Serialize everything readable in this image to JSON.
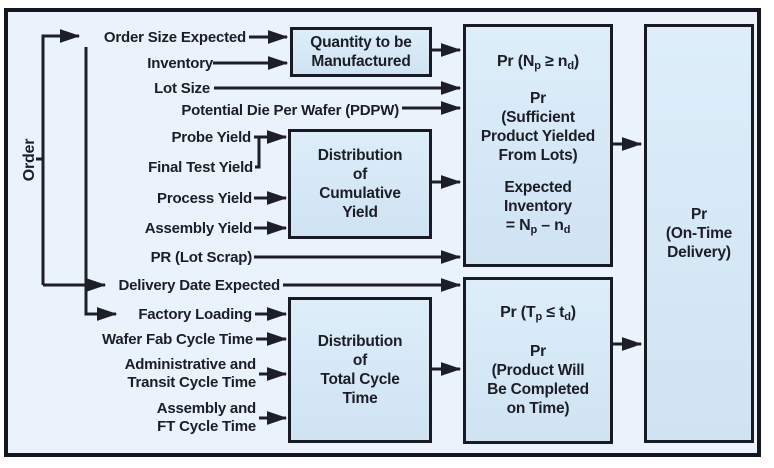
{
  "order_label": "Order",
  "inputs": [
    "Order Size Expected",
    "Inventory",
    "Lot Size",
    "Potential Die Per Wafer (PDPW)",
    "Probe Yield",
    "Final Test Yield",
    "Process Yield",
    "Assembly Yield",
    "PR (Lot Scrap)",
    "Delivery Date Expected",
    "Factory Loading",
    "Wafer Fab Cycle Time",
    "Administrative and\nTransit Cycle Time",
    "Assembly and\nFT Cycle Time"
  ],
  "boxes": {
    "quantity": {
      "text": "Quantity to be\nManufactured"
    },
    "cumulative_yield": {
      "text": "Distribution\nof\nCumulative\nYield"
    },
    "total_cycle": {
      "text": "Distribution\nof\nTotal Cycle\nTime"
    },
    "sufficient": {
      "formula": {
        "pre": "Pr (N",
        "sub1": "p",
        "mid": " ≥ n",
        "sub2": "d",
        "post": ")"
      },
      "text1": "Pr\n(Sufficient\nProduct Yielded\nFrom Lots)",
      "text2": "Expected\nInventory",
      "eq": {
        "pre": "= N",
        "sub1": "p",
        "mid": " – n",
        "sub2": "d",
        "post": ""
      }
    },
    "on_time_complete": {
      "formula": {
        "pre": "Pr (T",
        "sub1": "p",
        "mid": " ≤ t",
        "sub2": "d",
        "post": ")"
      },
      "text": "Pr\n(Product Will\nBe Completed\non Time)"
    },
    "on_time_delivery": {
      "text": "Pr\n(On-Time\nDelivery)"
    }
  },
  "colors": {
    "frame_border": "#16161f",
    "box_border": "#1a1a24",
    "box_fill_top": "#ddeefa",
    "box_fill_bottom": "#cfe3f3",
    "background": "#eaf2fb",
    "line": "#1e1e27",
    "text": "#1d1d26"
  }
}
